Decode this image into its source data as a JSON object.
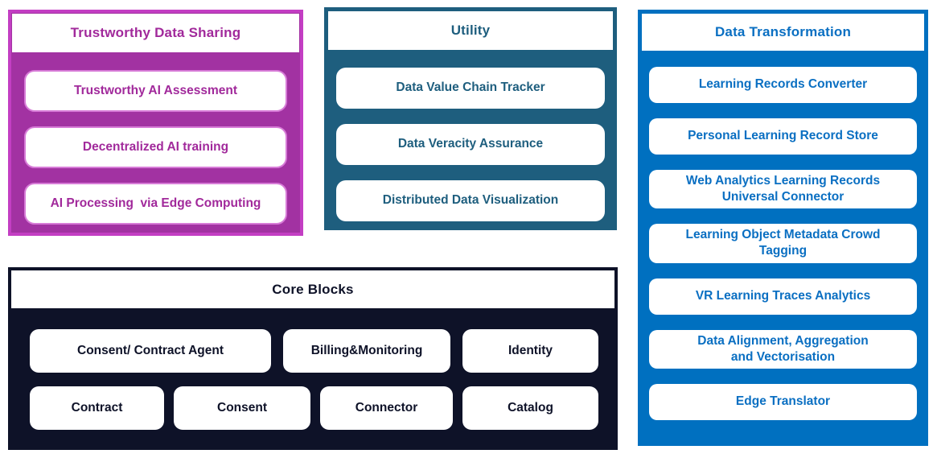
{
  "panels": {
    "trustworthy_data_sharing": {
      "title": "Trustworthy Data Sharing",
      "fill_color": "#A232A2",
      "border_color": "#C33EC3",
      "text_color": "#A1299B",
      "items": [
        "Trustworthy AI Assessment",
        "Decentralized AI training",
        "AI Processing  via Edge Computing"
      ]
    },
    "utility": {
      "title": "Utility",
      "fill_color": "#1E5E7E",
      "text_color": "#1E5E7E",
      "items": [
        "Data Value Chain Tracker",
        "Data Veracity Assurance",
        "Distributed Data Visualization"
      ]
    },
    "data_transformation": {
      "title": "Data Transformation",
      "fill_color": "#0070C0",
      "text_color": "#0A6FC2",
      "items": [
        "Learning Records Converter",
        "Personal Learning Record Store",
        "Web Analytics Learning Records\nUniversal Connector",
        "Learning Object Metadata Crowd\nTagging",
        "VR Learning Traces Analytics",
        "Data Alignment, Aggregation\nand Vectorisation",
        "Edge Translator"
      ]
    },
    "core_blocks": {
      "title": "Core Blocks",
      "fill_color": "#0E1228",
      "text_color": "#0E1228",
      "row1": [
        "Consent/ Contract Agent",
        "Billing&Monitoring",
        "Identity"
      ],
      "row2": [
        "Contract",
        "Consent",
        "Connector",
        "Catalog"
      ]
    }
  }
}
